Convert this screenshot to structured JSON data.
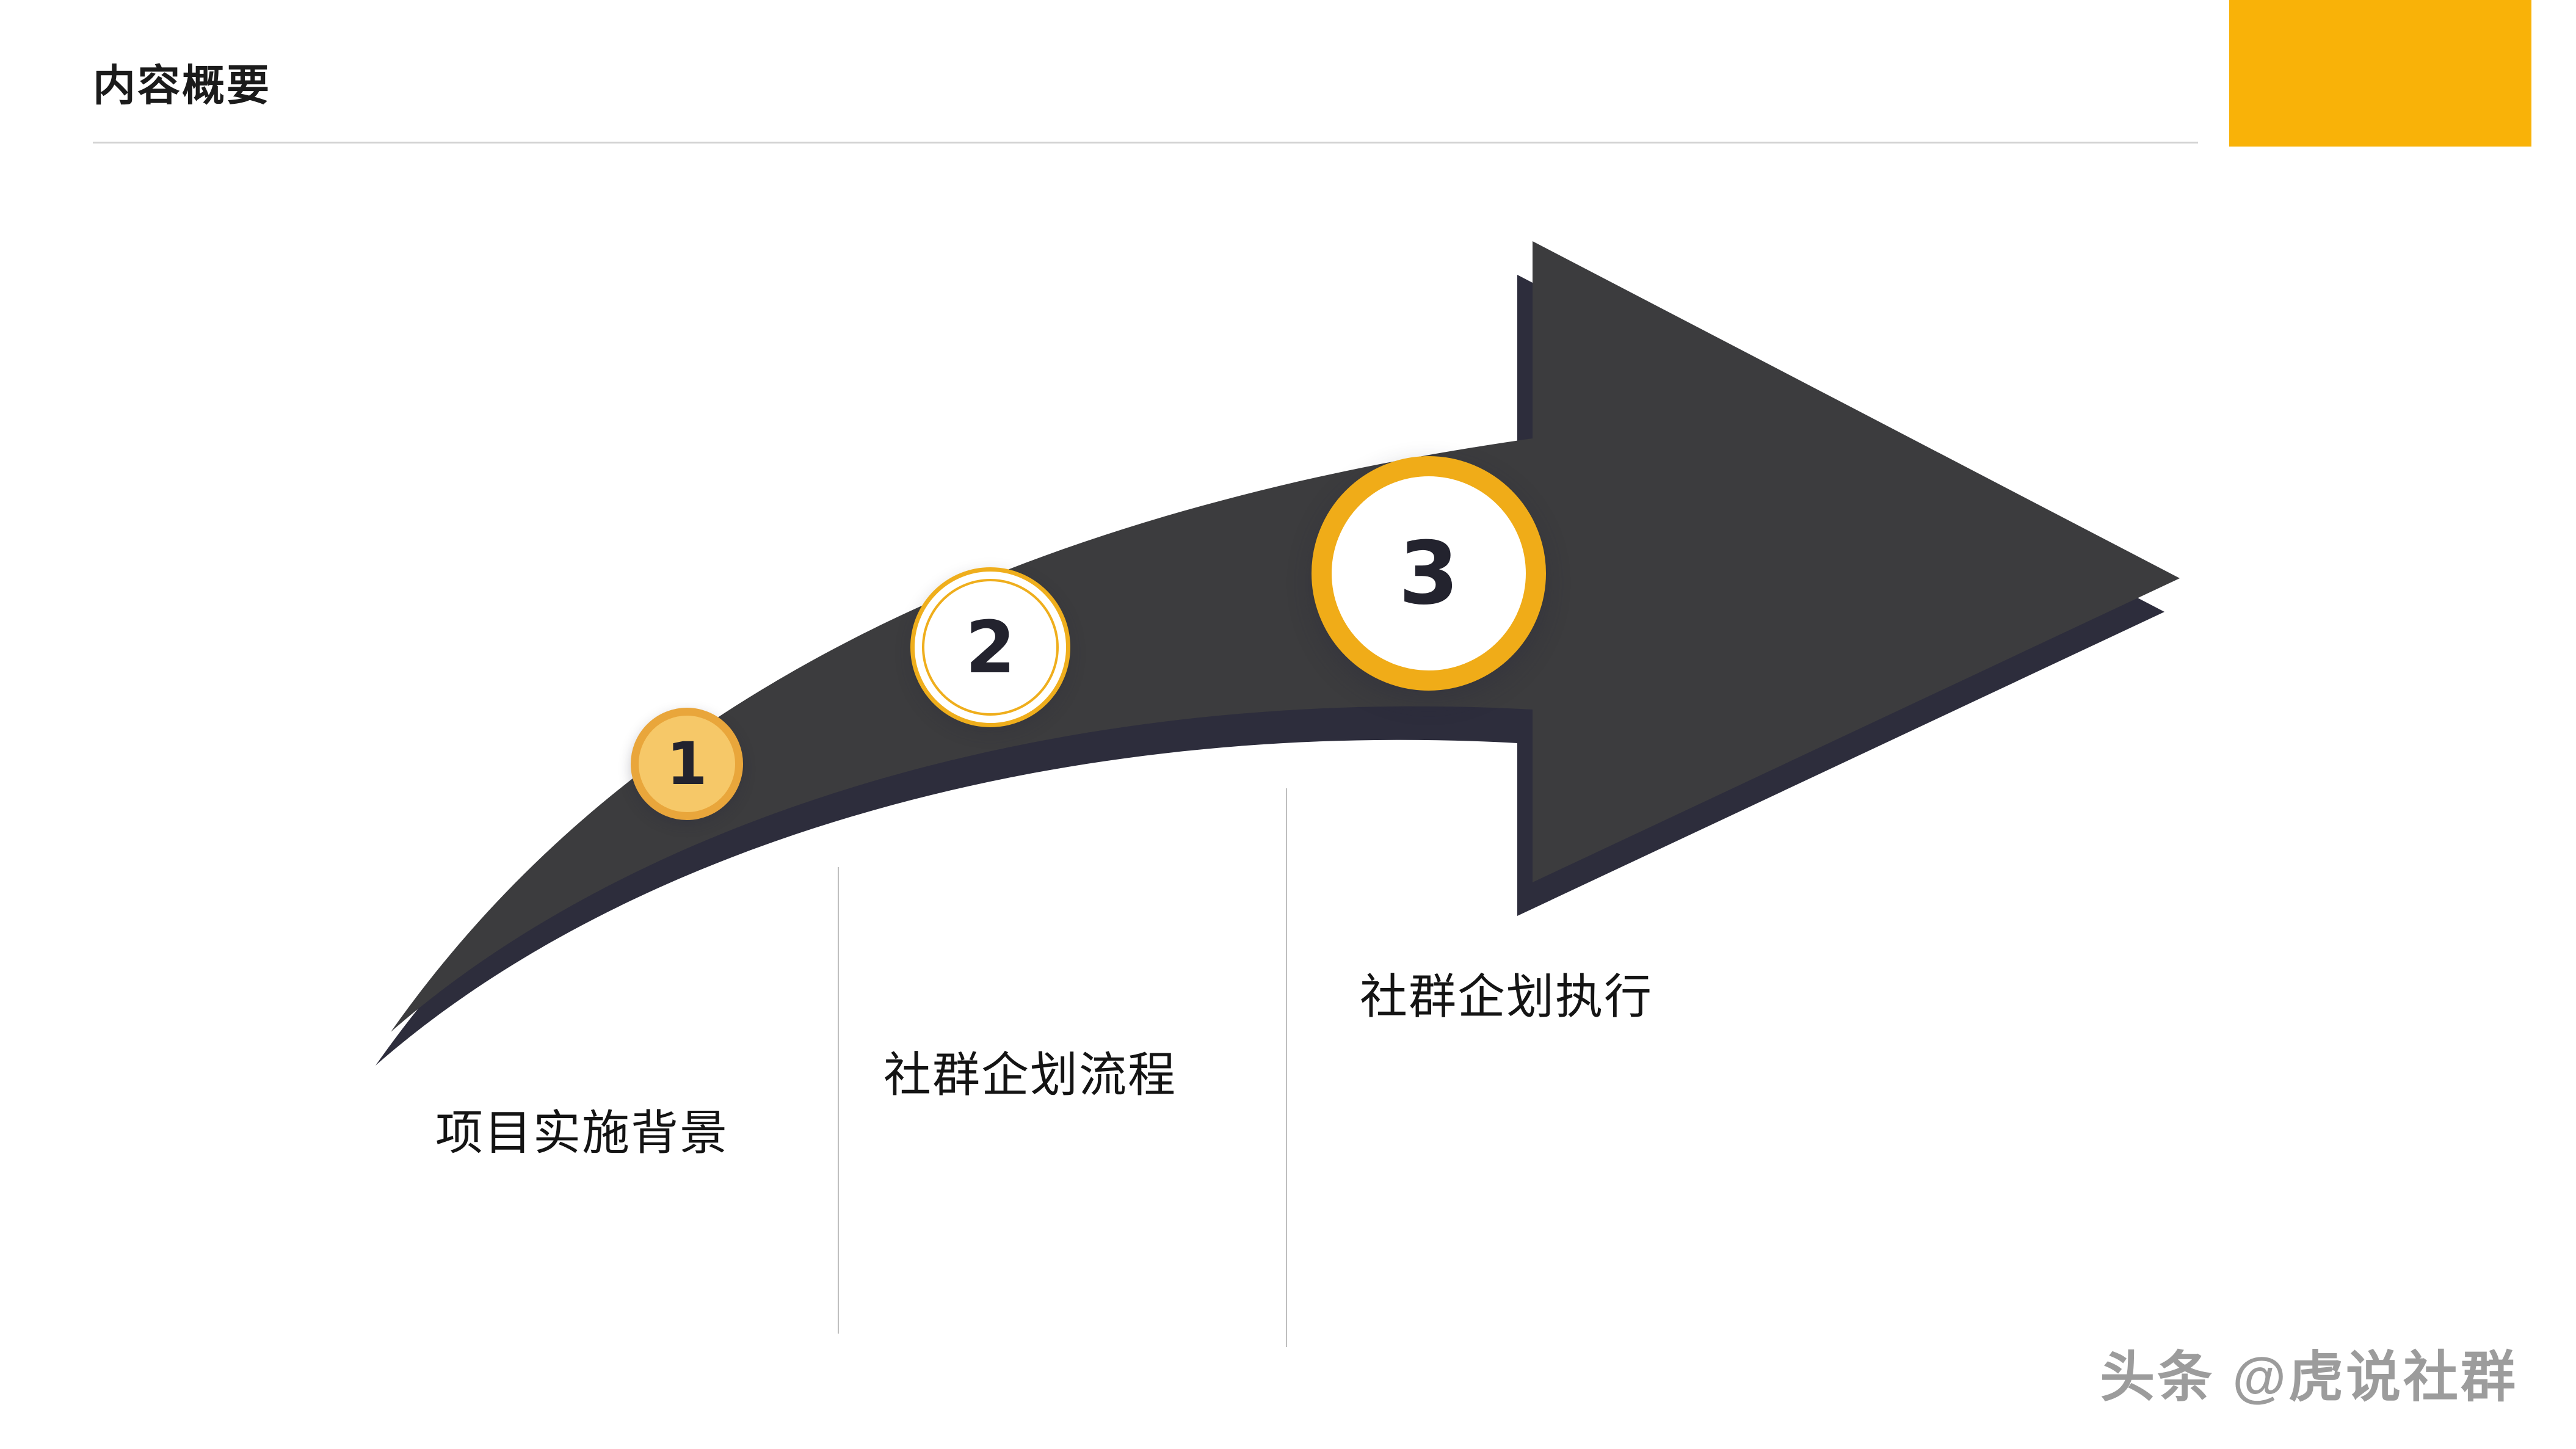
{
  "slide": {
    "title": "内容概要",
    "watermark": "头条 @虎说社群",
    "background": "#ffffff"
  },
  "steps": [
    {
      "number": "1",
      "label": "项目实施背景"
    },
    {
      "number": "2",
      "label": "社群企划流程"
    },
    {
      "number": "3",
      "label": "社群企划执行"
    }
  ],
  "colors": {
    "accent_gold": "#F9B208",
    "arrow_body": "#3C3C3E",
    "arrow_shadow": "#2D2D3C",
    "step1_fill": "#F6C868",
    "step1_ring": "#E9A63B",
    "step_ring_gold": "#EFAE1C",
    "step3_ring": "#F0AC18",
    "number_text": "#23232E",
    "label_text": "#141414",
    "divider_gray": "#BFBFBF",
    "rule_gray": "#D2D2D2",
    "watermark_gray": "#9C9C9C"
  }
}
